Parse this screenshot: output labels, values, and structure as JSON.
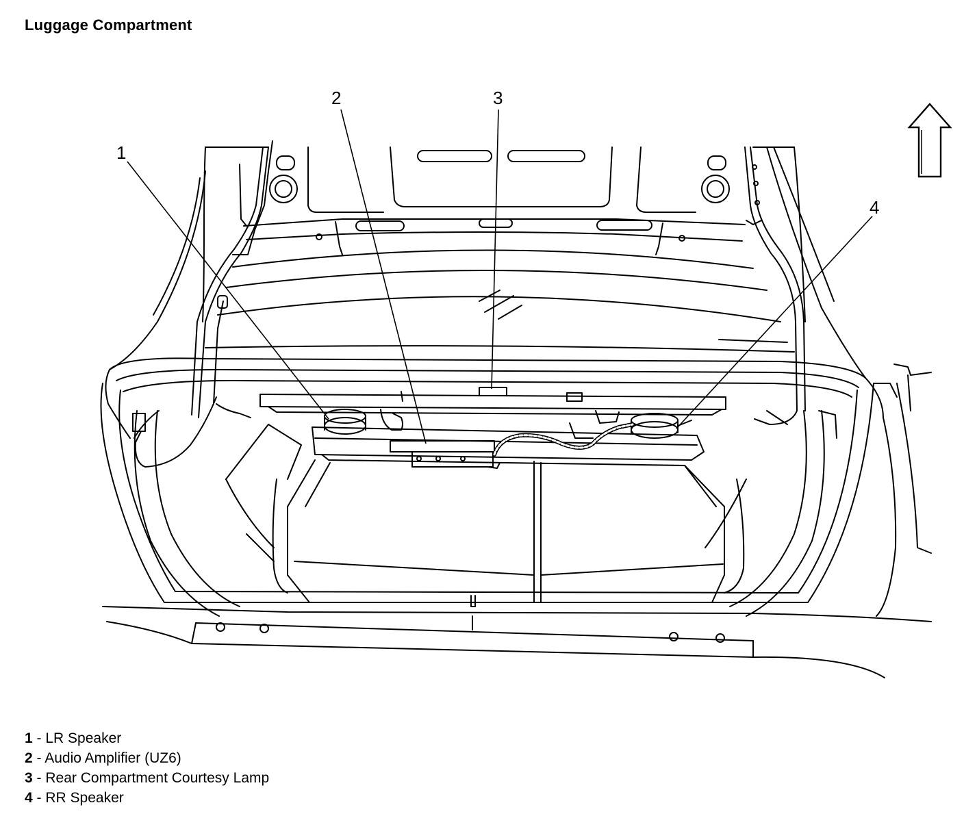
{
  "title": "Luggage Compartment",
  "callouts": [
    {
      "number": "1",
      "label": "LR Speaker"
    },
    {
      "number": "2",
      "label": "Audio Amplifier (UZ6)"
    },
    {
      "number": "3",
      "label": "Rear Compartment Courtesy Lamp"
    },
    {
      "number": "4",
      "label": "RR Speaker"
    }
  ],
  "legend_separator": "-",
  "icons": {
    "orientation": "up-arrow-icon"
  },
  "colors": {
    "line": "#000000",
    "background": "#ffffff"
  }
}
